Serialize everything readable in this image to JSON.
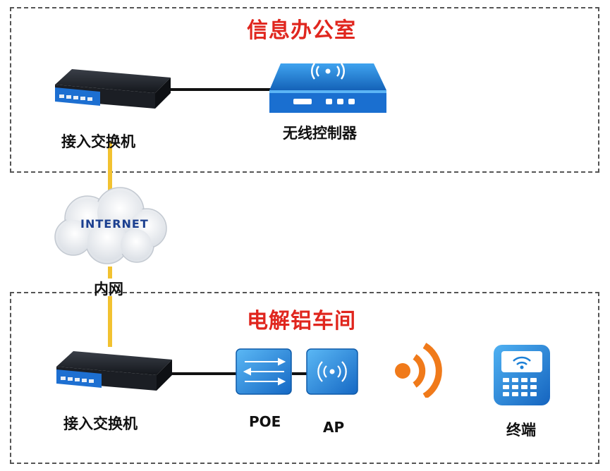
{
  "zones": {
    "office": {
      "title": "信息办公室"
    },
    "workshop": {
      "title": "电解铝车间"
    }
  },
  "nodes": {
    "switch_top": {
      "label": "接入交换机",
      "icon": "network-switch-icon"
    },
    "wireless_controller": {
      "label": "无线控制器",
      "icon": "wireless-controller-icon"
    },
    "internet": {
      "cloud_text": "INTERNET",
      "label": "内网",
      "icon": "cloud-icon"
    },
    "switch_bottom": {
      "label": "接入交换机",
      "icon": "network-switch-icon"
    },
    "poe": {
      "label": "POE",
      "icon": "poe-injector-icon"
    },
    "ap": {
      "label": "AP",
      "icon": "access-point-icon"
    },
    "signal": {
      "icon": "wifi-signal-icon"
    },
    "terminal": {
      "label": "终端",
      "icon": "handheld-terminal-icon"
    }
  },
  "colors": {
    "zone_title": "#e0261e",
    "uplink": "#f2c230",
    "device_blue": "#1a7fd6",
    "signal_orange": "#f07a1a",
    "cable": "#111111"
  }
}
